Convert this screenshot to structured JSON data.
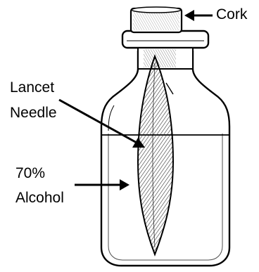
{
  "labels": {
    "cork": "Cork",
    "lancet_line1": "Lancet",
    "lancet_line2": "Needle",
    "alcohol_line1": "70%",
    "alcohol_line2": "Alcohol"
  },
  "colors": {
    "ink": "#000000",
    "liquid": "#ffffff",
    "cork": "#d9d9d9",
    "needle": "#8a8a8a"
  }
}
